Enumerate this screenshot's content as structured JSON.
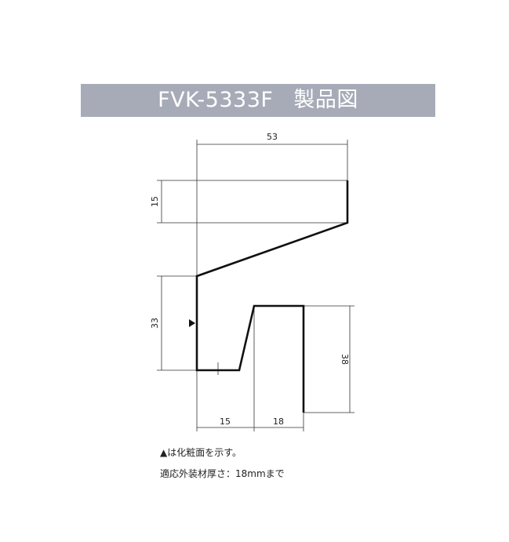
{
  "title": {
    "model": "FVK-5333F",
    "label": "製品図"
  },
  "dimensions": {
    "top_width": "53",
    "top_height": "15",
    "left_height": "33",
    "right_height": "38",
    "bottom_left_width": "15",
    "bottom_right_width": "18"
  },
  "notes": {
    "marker_note": "▲は化粧面を示す。",
    "thickness_note": "適応外装材厚さ：18mmまで"
  },
  "colors": {
    "title_bar": "#a6abb7",
    "title_text": "#ffffff",
    "profile_line": "#111111"
  }
}
